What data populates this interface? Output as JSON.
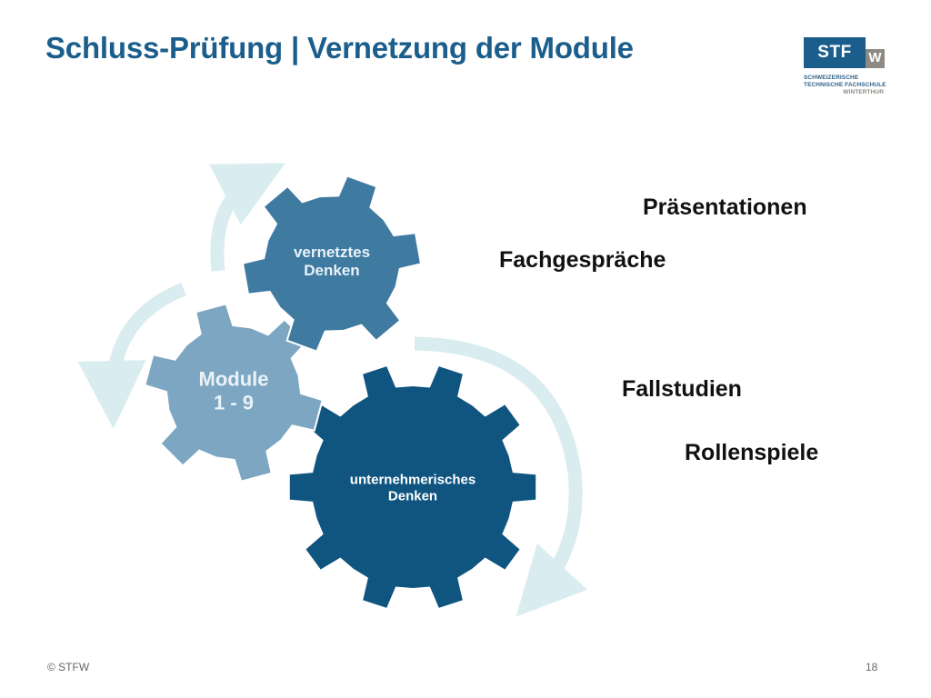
{
  "title": "Schluss-Prüfung | Vernetzung der Module",
  "logo": {
    "main": "STF",
    "accent": "W",
    "line1": "SCHWEIZERISCHE",
    "line2": "TECHNISCHE FACHSCHULE",
    "line3": "WINTERTHUR"
  },
  "gears": [
    {
      "label_lines": [
        "vernetztes",
        "Denken"
      ],
      "color": "#3f7aa0"
    },
    {
      "label_lines": [
        "Module",
        "1 - 9"
      ],
      "color": "#7da6c2"
    },
    {
      "label_lines": [
        "unternehmerisches",
        "Denken"
      ],
      "color": "#0f5580"
    }
  ],
  "cycle_arrow_color": "#d9ecef",
  "activities": [
    "Präsentationen",
    "Fachgespräche",
    "Fallstudien",
    "Rollenspiele"
  ],
  "footer": {
    "copyright": "© STFW",
    "page_number": "18"
  }
}
